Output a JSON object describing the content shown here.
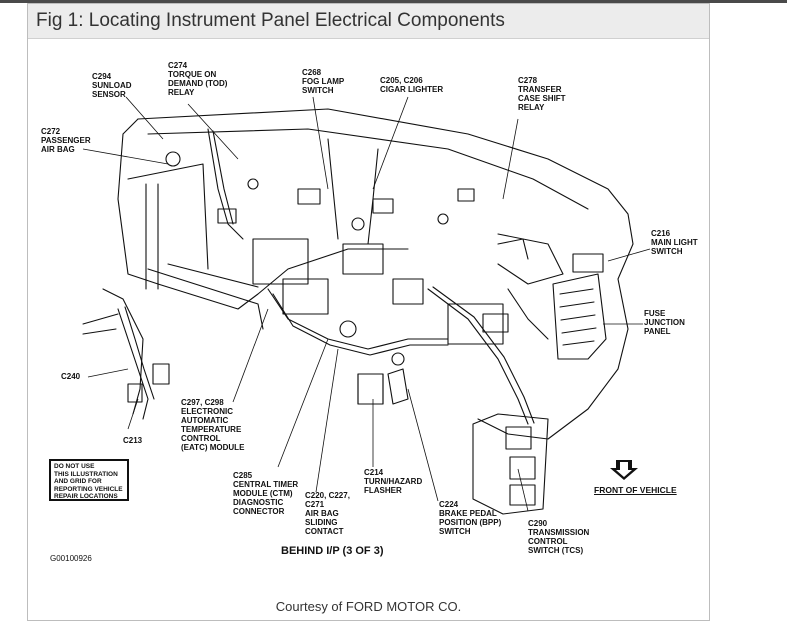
{
  "title": "Fig 1: Locating Instrument Panel Electrical Components",
  "callouts": {
    "c294": "C294\nSUNLOAD\nSENSOR",
    "c274": "C274\nTORQUE ON\nDEMAND (TOD)\nRELAY",
    "c268": "C268\nFOG LAMP\nSWITCH",
    "c205": "C205, C206\nCIGAR LIGHTER",
    "c278": "C278\nTRANSFER\nCASE SHIFT\nRELAY",
    "c272": "C272\nPASSENGER\nAIR BAG",
    "c216": "C216\nMAIN LIGHT\nSWITCH",
    "fuse": "FUSE\nJUNCTION\nPANEL",
    "c240": "C240",
    "c297": "C297, C298\nELECTRONIC\nAUTOMATIC\nTEMPERATURE\nCONTROL\n(EATC) MODULE",
    "c213": "C213",
    "c285": "C285\nCENTRAL TIMER\nMODULE (CTM)\nDIAGNOSTIC\nCONNECTOR",
    "c220": "C220, C227,\nC271\nAIR BAG\nSLIDING\nCONTACT",
    "c214": "C214\nTURN/HAZARD\nFLASHER",
    "c224": "C224\nBRAKE PEDAL\nPOSITION (BPP)\nSWITCH",
    "c290": "C290\nTRANSMISSION\nCONTROL\nSWITCH (TCS)"
  },
  "warning_box": "DO NOT USE\nTHIS ILLUSTRATION\nAND GRID FOR\nREPORTING VEHICLE\nREPAIR LOCATIONS",
  "front_label": "FRONT OF VEHICLE",
  "caption": "BEHIND I/P (3 OF 3)",
  "figure_id": "G00100926",
  "courtesy": "Courtesy of FORD MOTOR CO."
}
